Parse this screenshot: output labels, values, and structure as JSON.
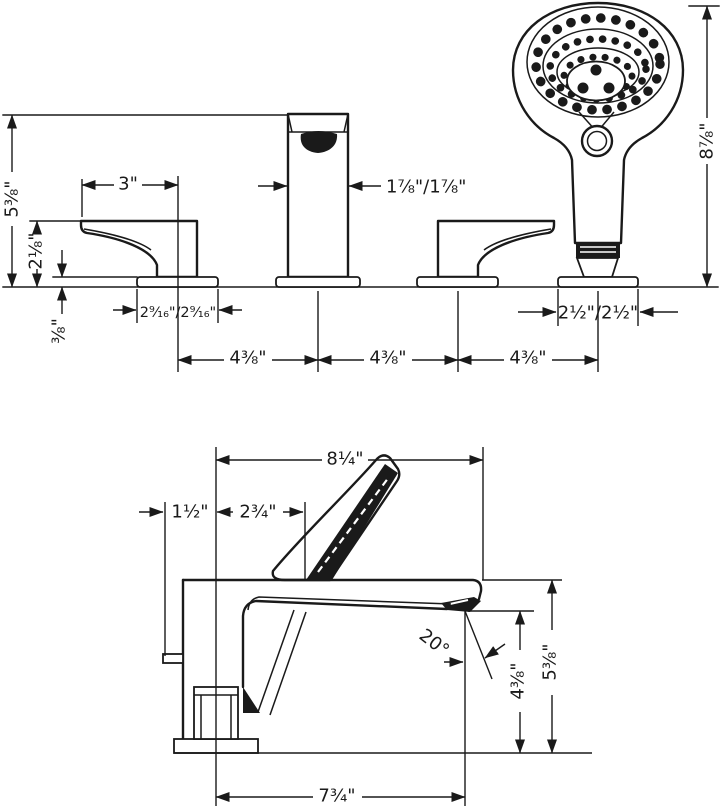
{
  "style": {
    "ink": "#1a1a1a",
    "background": "#ffffff"
  },
  "views": {
    "front": {
      "name": "front-elevation",
      "labels": {
        "lever_length": "3\"",
        "deck_to_top": "5⅜\"",
        "lever_height": "2⅛\"",
        "escutcheon_height": "⅜\"",
        "lever_escutcheon": "2⁹⁄₁₆\"/2⁹⁄₁₆\"",
        "spout_width": "1⅞\"/1⅞\"",
        "handshower_height": "8⅞\"",
        "handshower_escutcheon": "2½\"/2½\"",
        "spacing_left": "4⅜\"",
        "spacing_center": "4⅜\"",
        "spacing_right": "4⅜\""
      }
    },
    "side": {
      "name": "side-profile",
      "labels": {
        "overall_depth": "8¼\"",
        "lever_overhang": "1½\"",
        "front_to_lever": "2¾\"",
        "spray_angle": "20°",
        "outlet_height": "4⅜\"",
        "deck_to_top": "5⅜\"",
        "spout_reach": "7¾\""
      }
    }
  }
}
